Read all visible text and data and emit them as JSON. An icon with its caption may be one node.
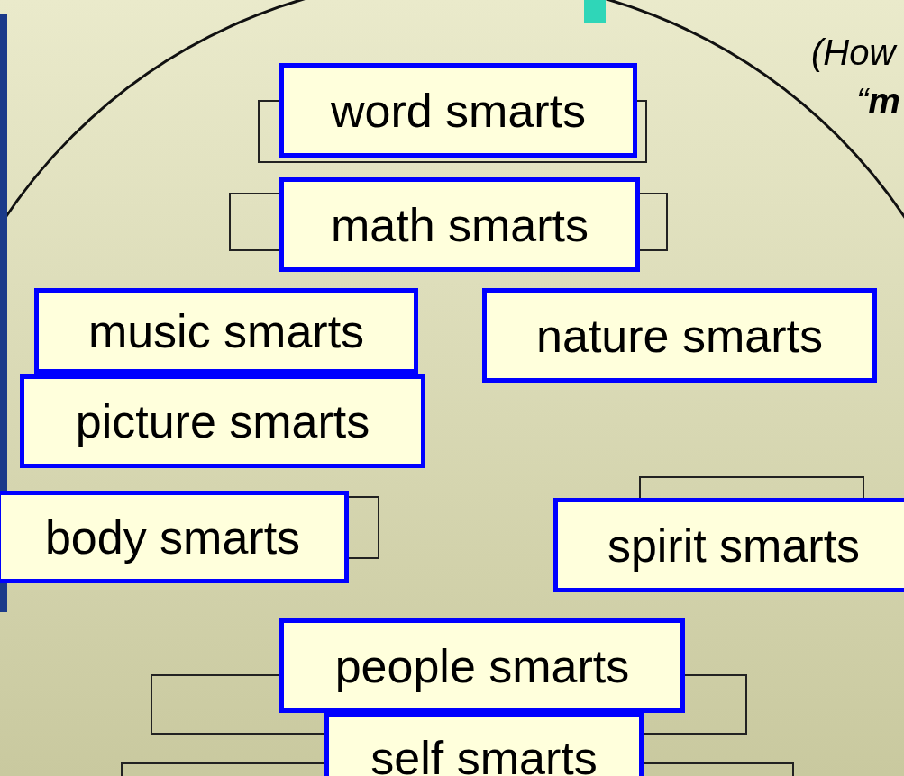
{
  "diagram": {
    "nodes": [
      {
        "text": [
          "word smarts"
        ]
      },
      {
        "text": [
          "math smarts"
        ]
      },
      {
        "text": [
          "music smarts"
        ]
      },
      {
        "text": [
          "nature smarts"
        ]
      },
      {
        "text": [
          "picture smarts"
        ]
      },
      {
        "text": [
          "body smarts"
        ]
      },
      {
        "text": [
          "spirit smarts"
        ]
      },
      {
        "text": [
          "people smarts"
        ]
      },
      {
        "text": [
          "self smarts"
        ]
      }
    ],
    "labels": [
      "(How",
      "“**m**"
    ]
  }
}
